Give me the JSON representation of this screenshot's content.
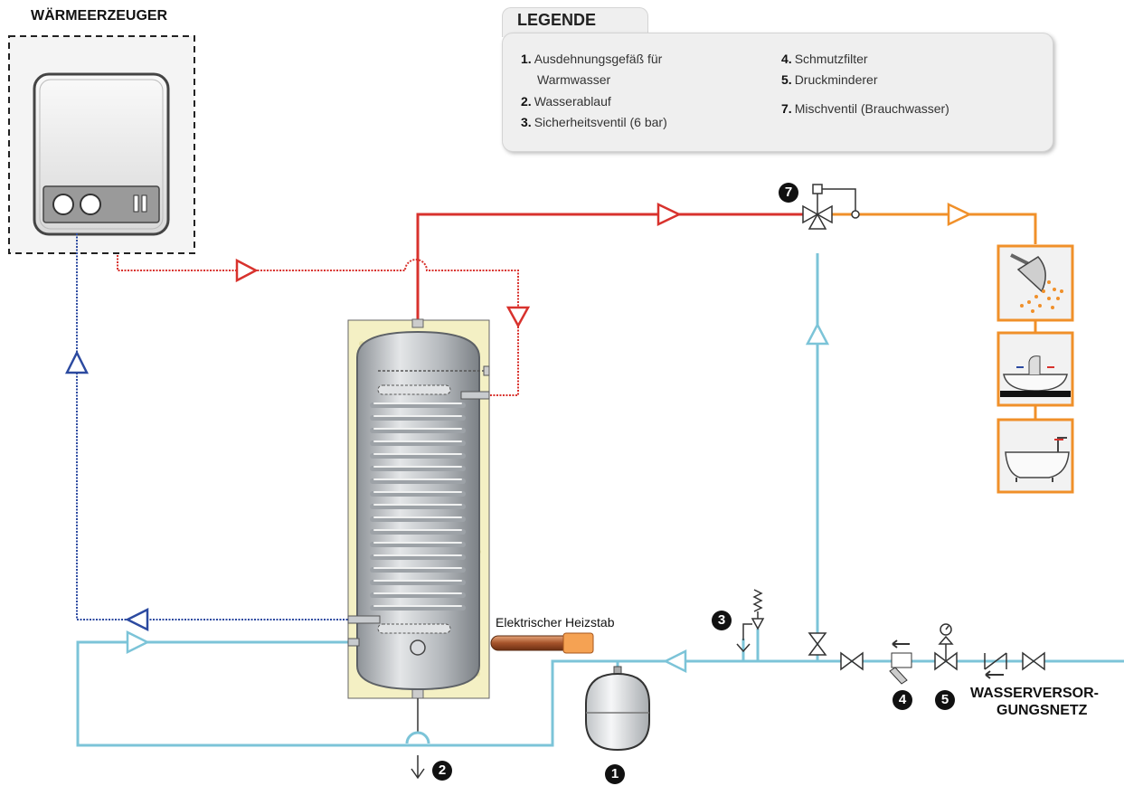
{
  "heat_generator_label": "WÄRMEERZEUGER",
  "legend": {
    "title": "LEGENDE",
    "items": [
      {
        "num": "1.",
        "text": "Ausdehnungsgefäß für",
        "text2": "Warmwasser"
      },
      {
        "num": "2.",
        "text": "Wasserablauf"
      },
      {
        "num": "3.",
        "text": "Sicherheitsventil (6 bar)"
      },
      {
        "num": "4.",
        "text": "Schmutzfilter"
      },
      {
        "num": "5.",
        "text": "Druckminderer"
      },
      {
        "num": "7.",
        "text": "Mischventil (Brauchwasser)"
      }
    ]
  },
  "heating_rod_label": "Elektrischer Heizstab",
  "supply_network_label_line1": "WASSERVERSOR-",
  "supply_network_label_line2": "GUNGSNETZ",
  "badges": {
    "b1": "1",
    "b2": "2",
    "b3": "3",
    "b4": "4",
    "b5": "5",
    "b7": "7"
  },
  "colors": {
    "hot_water_red": "#d8322d",
    "return_blue": "#2c4aa0",
    "cold_water": "#7cc4d8",
    "mixed_orange": "#f0902a",
    "tank_insulation": "#f4f0c4",
    "tank_steel": "#b9bdc2"
  },
  "icons": [
    "shower-icon",
    "washbasin-icon",
    "bathtub-icon",
    "boiler-icon",
    "expansion-vessel-icon",
    "heating-rod-icon"
  ]
}
